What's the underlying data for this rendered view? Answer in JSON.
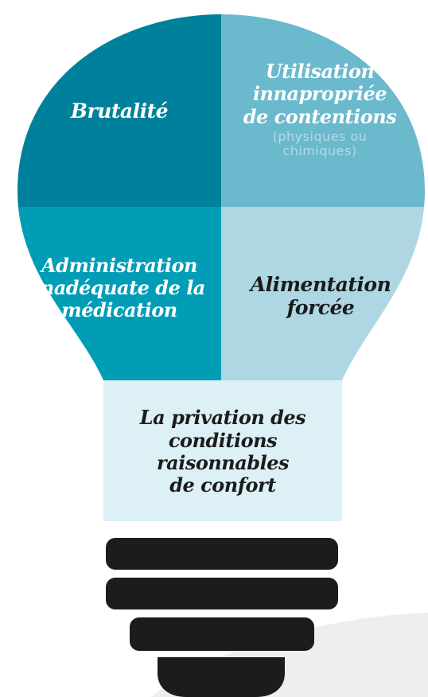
{
  "colors": {
    "top_left": "#00819b",
    "top_right": "#6ab9cd",
    "middle_left": "#019cb6",
    "middle_right": "#aed7e3",
    "base": "#dcf0f5",
    "screw": "#1c1c1c",
    "background_arc": "#eeeeee",
    "text_light": "#ffffff",
    "text_dark": "#1b1b1b",
    "subtext": "#b4dbe6"
  },
  "quadrants": {
    "top_left": {
      "title": "Brutalité"
    },
    "top_right": {
      "title": "Utilisation\ninnapropriée\nde contentions",
      "subtitle": "(physiques ou\nchimiques)"
    },
    "middle_left": {
      "title": "Administration\ninadéquate de la\nmédication"
    },
    "middle_right": {
      "title": "Alimentation\nforcée"
    }
  },
  "base": {
    "title": "La privation des\nconditions raisonnables\nde confort"
  },
  "screw": {
    "icon": "bulb-screw-base-icon",
    "rings": 4
  }
}
